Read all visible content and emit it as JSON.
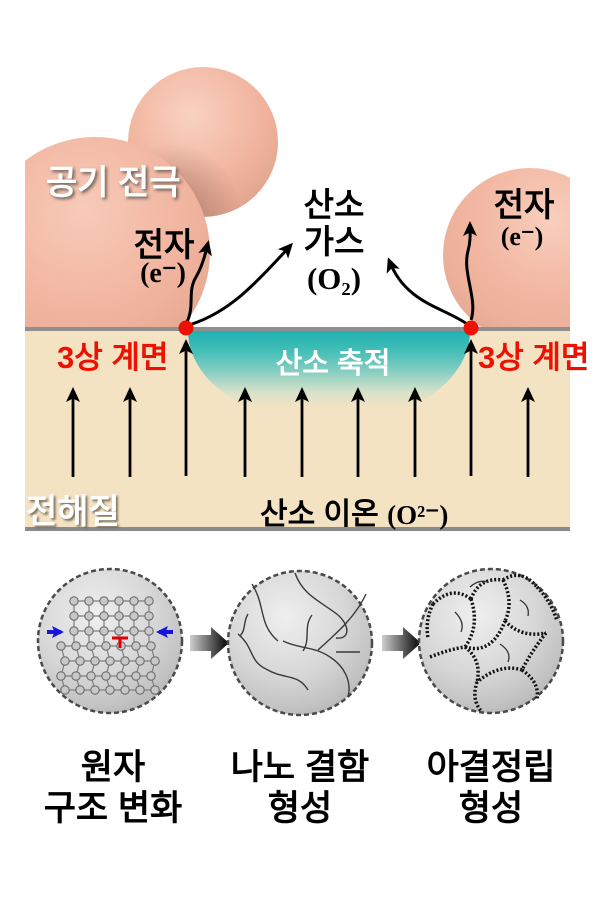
{
  "figure": {
    "section_top": {
      "air_electrode_label": "공기 전극",
      "electron_left_label": "전자",
      "electron_left_symbol": "(e⁻)",
      "oxygen_gas_line1": "산소",
      "oxygen_gas_line2": "가스",
      "oxygen_gas_symbol": "(O₂)",
      "electron_right_label": "전자",
      "electron_right_symbol": "(e⁻)",
      "tpb_left_label": "3상 계면",
      "tpb_right_label": "3상 계면",
      "oxygen_accumulation_label": "산소 축적",
      "electrolyte_label": "전해질",
      "oxygen_ion_label": "산소 이온",
      "oxygen_ion_symbol": "(O²⁻)"
    },
    "section_bottom": {
      "stages": [
        {
          "icon": "atomic-lattice-dislocation-icon",
          "label_line1": "원자",
          "label_line2": "구조 변화"
        },
        {
          "icon": "nano-crack-icon",
          "label_line1": "나노 결함",
          "label_line2": "형성"
        },
        {
          "icon": "subgrain-scale-icon",
          "label_line1": "아결정립",
          "label_line2": "형성"
        }
      ]
    },
    "colors": {
      "electrode_salmon": "#f2b7a2",
      "electrolyte_beige": "#f3e3c3",
      "accumulation_teal": "#1fb1b0",
      "tpb_red": "#ee1000",
      "interface_gray": "#8f8f8f",
      "stage_circle_gray": "#cfcfcf",
      "compression_arrow_blue": "#1515dd"
    }
  }
}
